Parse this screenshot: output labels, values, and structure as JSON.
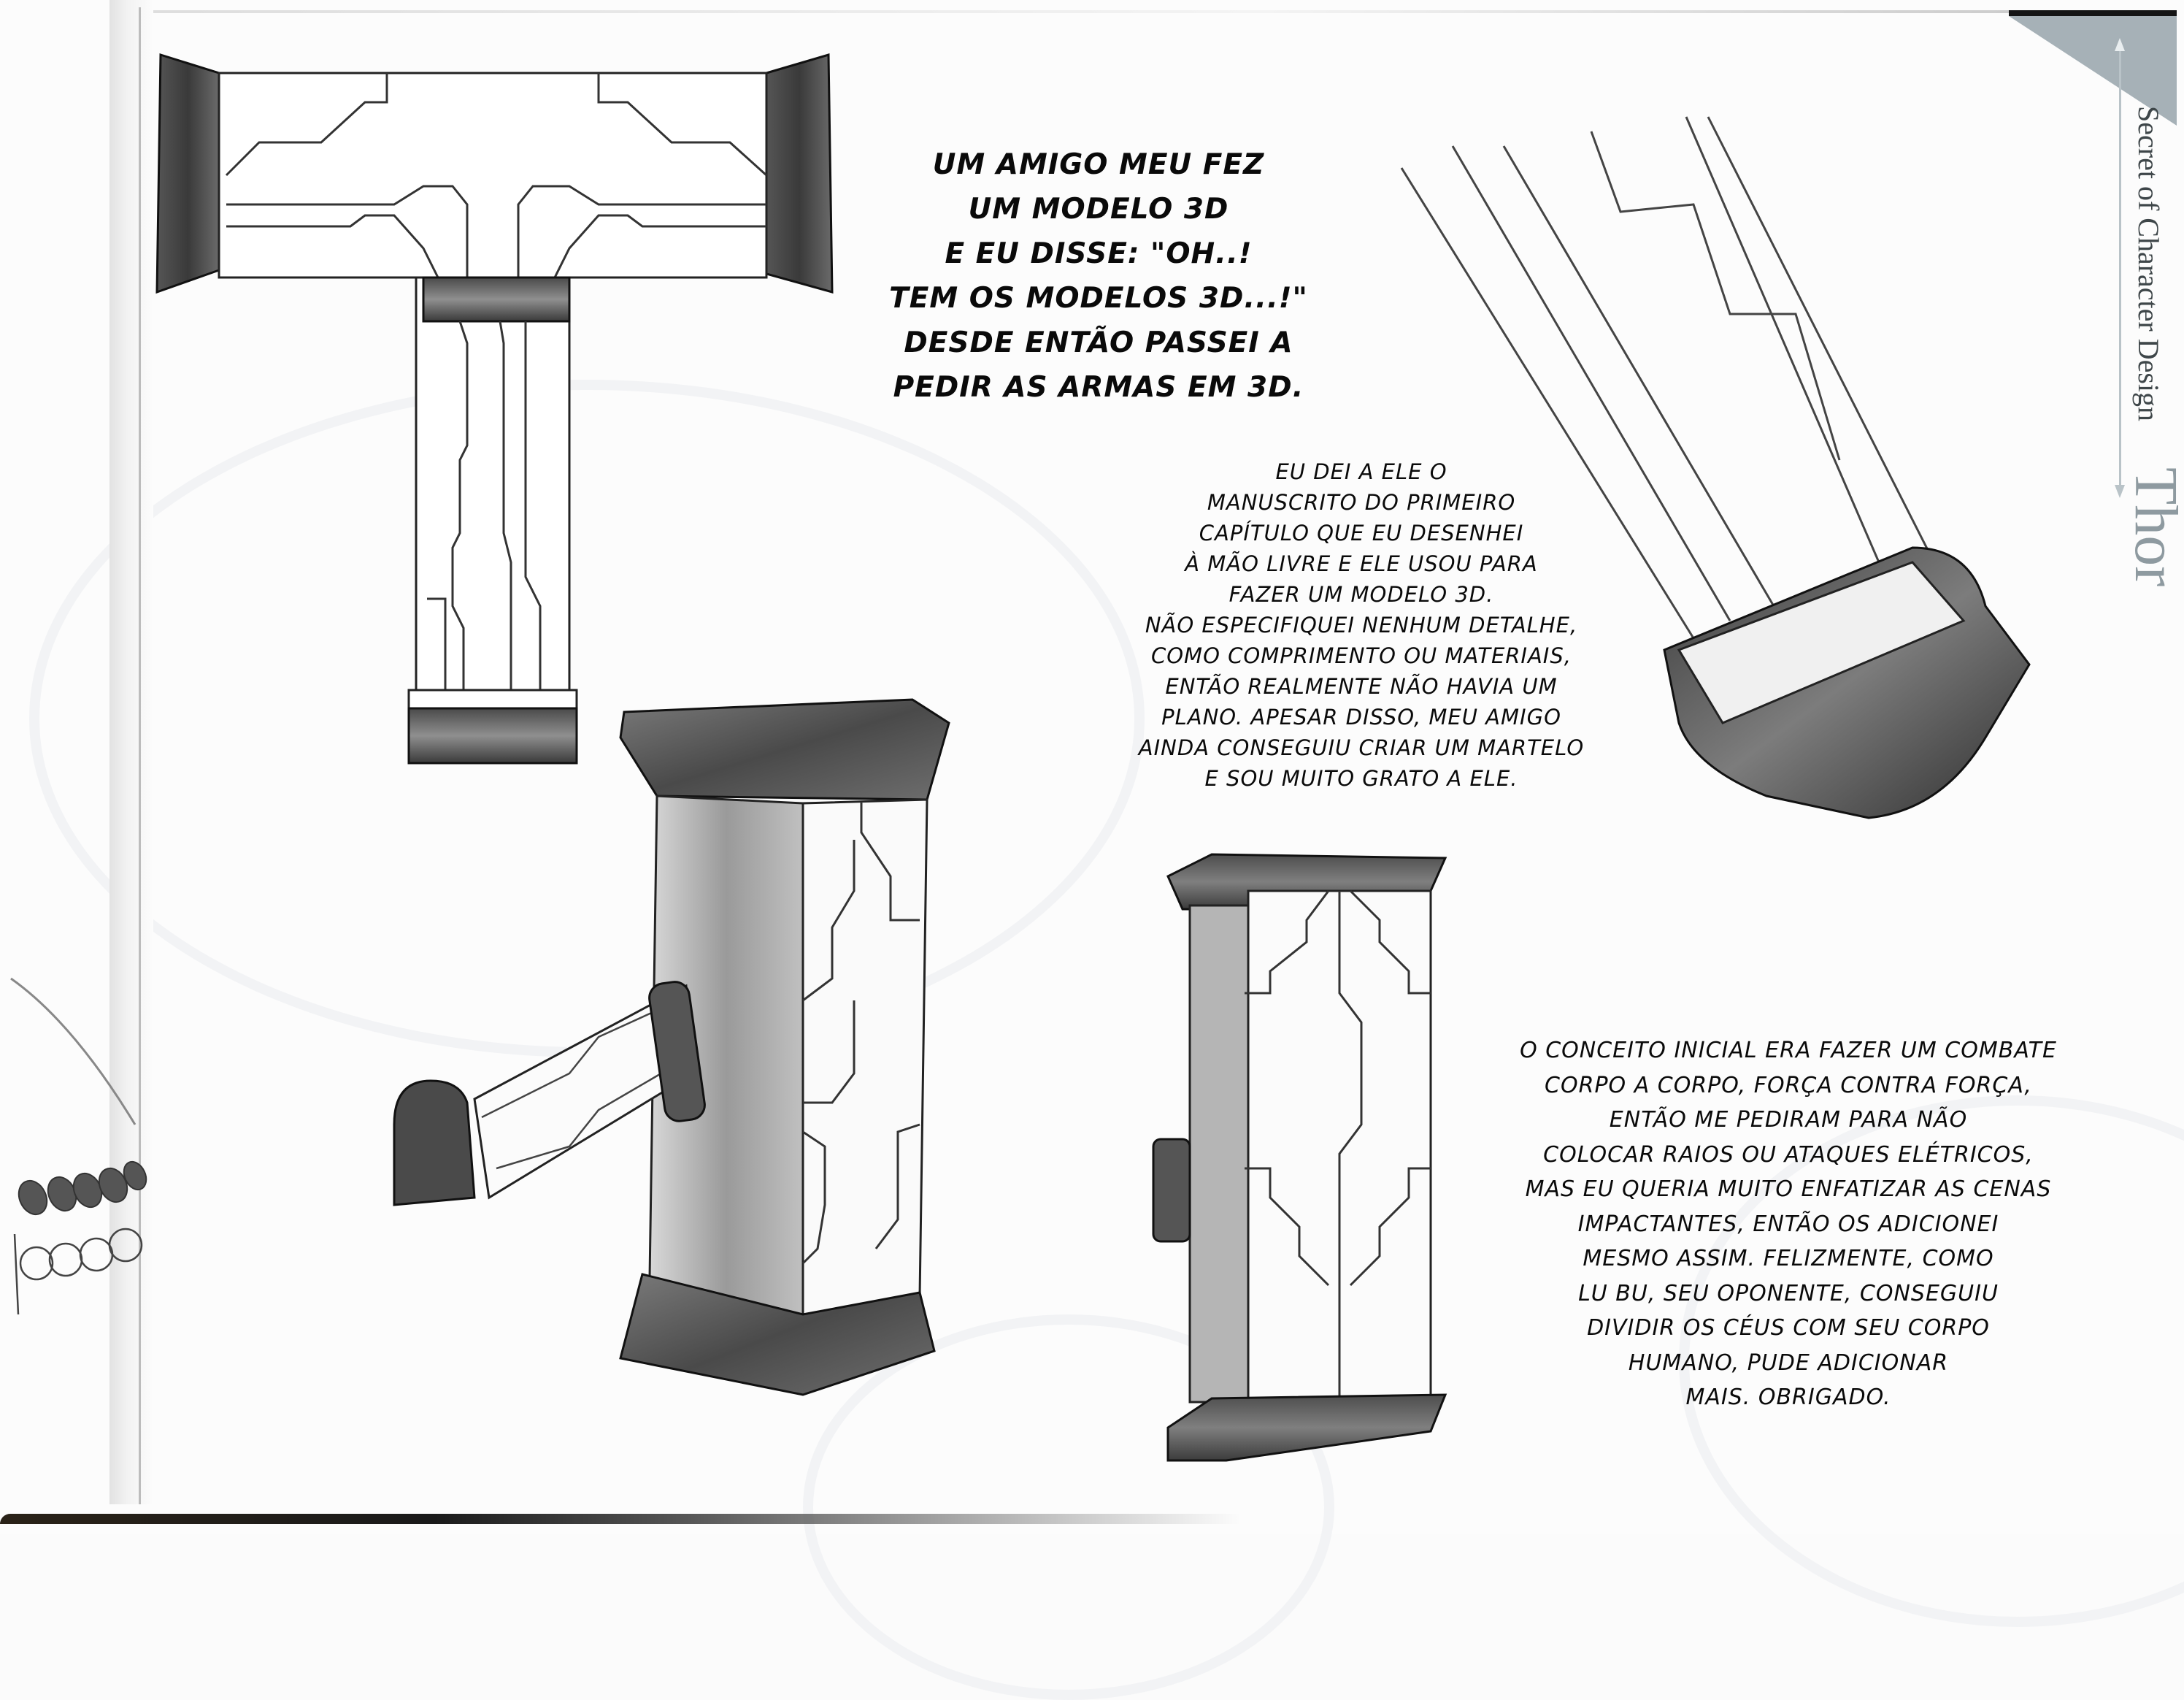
{
  "page": {
    "background": "#fcfcfc",
    "accent_tab_color": "#a6b1b7",
    "header": {
      "series_label": "Secret of Character Design",
      "character_name": "Thor"
    }
  },
  "captions": [
    {
      "id": "caption-3d-model",
      "text": "UM AMIGO MEU FEZ\nUM MODELO  3D\nE EU DISSE: \"OH..!\nTEM OS MODELOS 3D...!\"\nDESDE ENTÃO PASSEI A\nPEDIR AS ARMAS EM 3D."
    },
    {
      "id": "caption-manuscript",
      "text": "EU DEI A ELE O\nMANUSCRITO DO PRIMEIRO\nCAPÍTULO QUE EU DESENHEI\nÀ MÃO LIVRE E ELE USOU PARA\nFAZER UM MODELO 3D.\nNÃO ESPECIFIQUEI NENHUM DETALHE,\nCOMO COMPRIMENTO OU MATERIAIS,\nENTÃO REALMENTE NÃO HAVIA UM\nPLANO. APESAR DISSO, MEU AMIGO\nAINDA CONSEGUIU CRIAR UM MARTELO\nE SOU MUITO GRATO A ELE."
    },
    {
      "id": "caption-concept",
      "text": "O CONCEITO INICIAL ERA FAZER UM COMBATE\nCORPO A CORPO, FORÇA CONTRA FORÇA,\nENTÃO ME PEDIRAM PARA NÃO\nCOLOCAR RAIOS OU ATAQUES ELÉTRICOS,\nMAS EU QUERIA MUITO ENFATIZAR AS CENAS\nIMPACTANTES, ENTÃO OS ADICIONEI\nMESMO ASSIM. FELIZMENTE, COMO\nLU BU, SEU OPONENTE, CONSEGUIU\nDIVIDIR OS CÉUS COM SEU CORPO\nHUMANO, PUDE ADICIONAR\nMAIS. OBRIGADO."
    }
  ],
  "illustrations": [
    {
      "id": "hammer-front-view",
      "description": "hammer front view, T-shape"
    },
    {
      "id": "hammer-perspective-view",
      "description": "hammer 3/4 perspective with handle"
    },
    {
      "id": "hammer-side-view",
      "description": "hammer head side view"
    },
    {
      "id": "hammer-handle-closeup",
      "description": "handle close-up diagonal"
    },
    {
      "id": "crowd-sketch",
      "description": "partial crowd sketch at left spine"
    }
  ]
}
